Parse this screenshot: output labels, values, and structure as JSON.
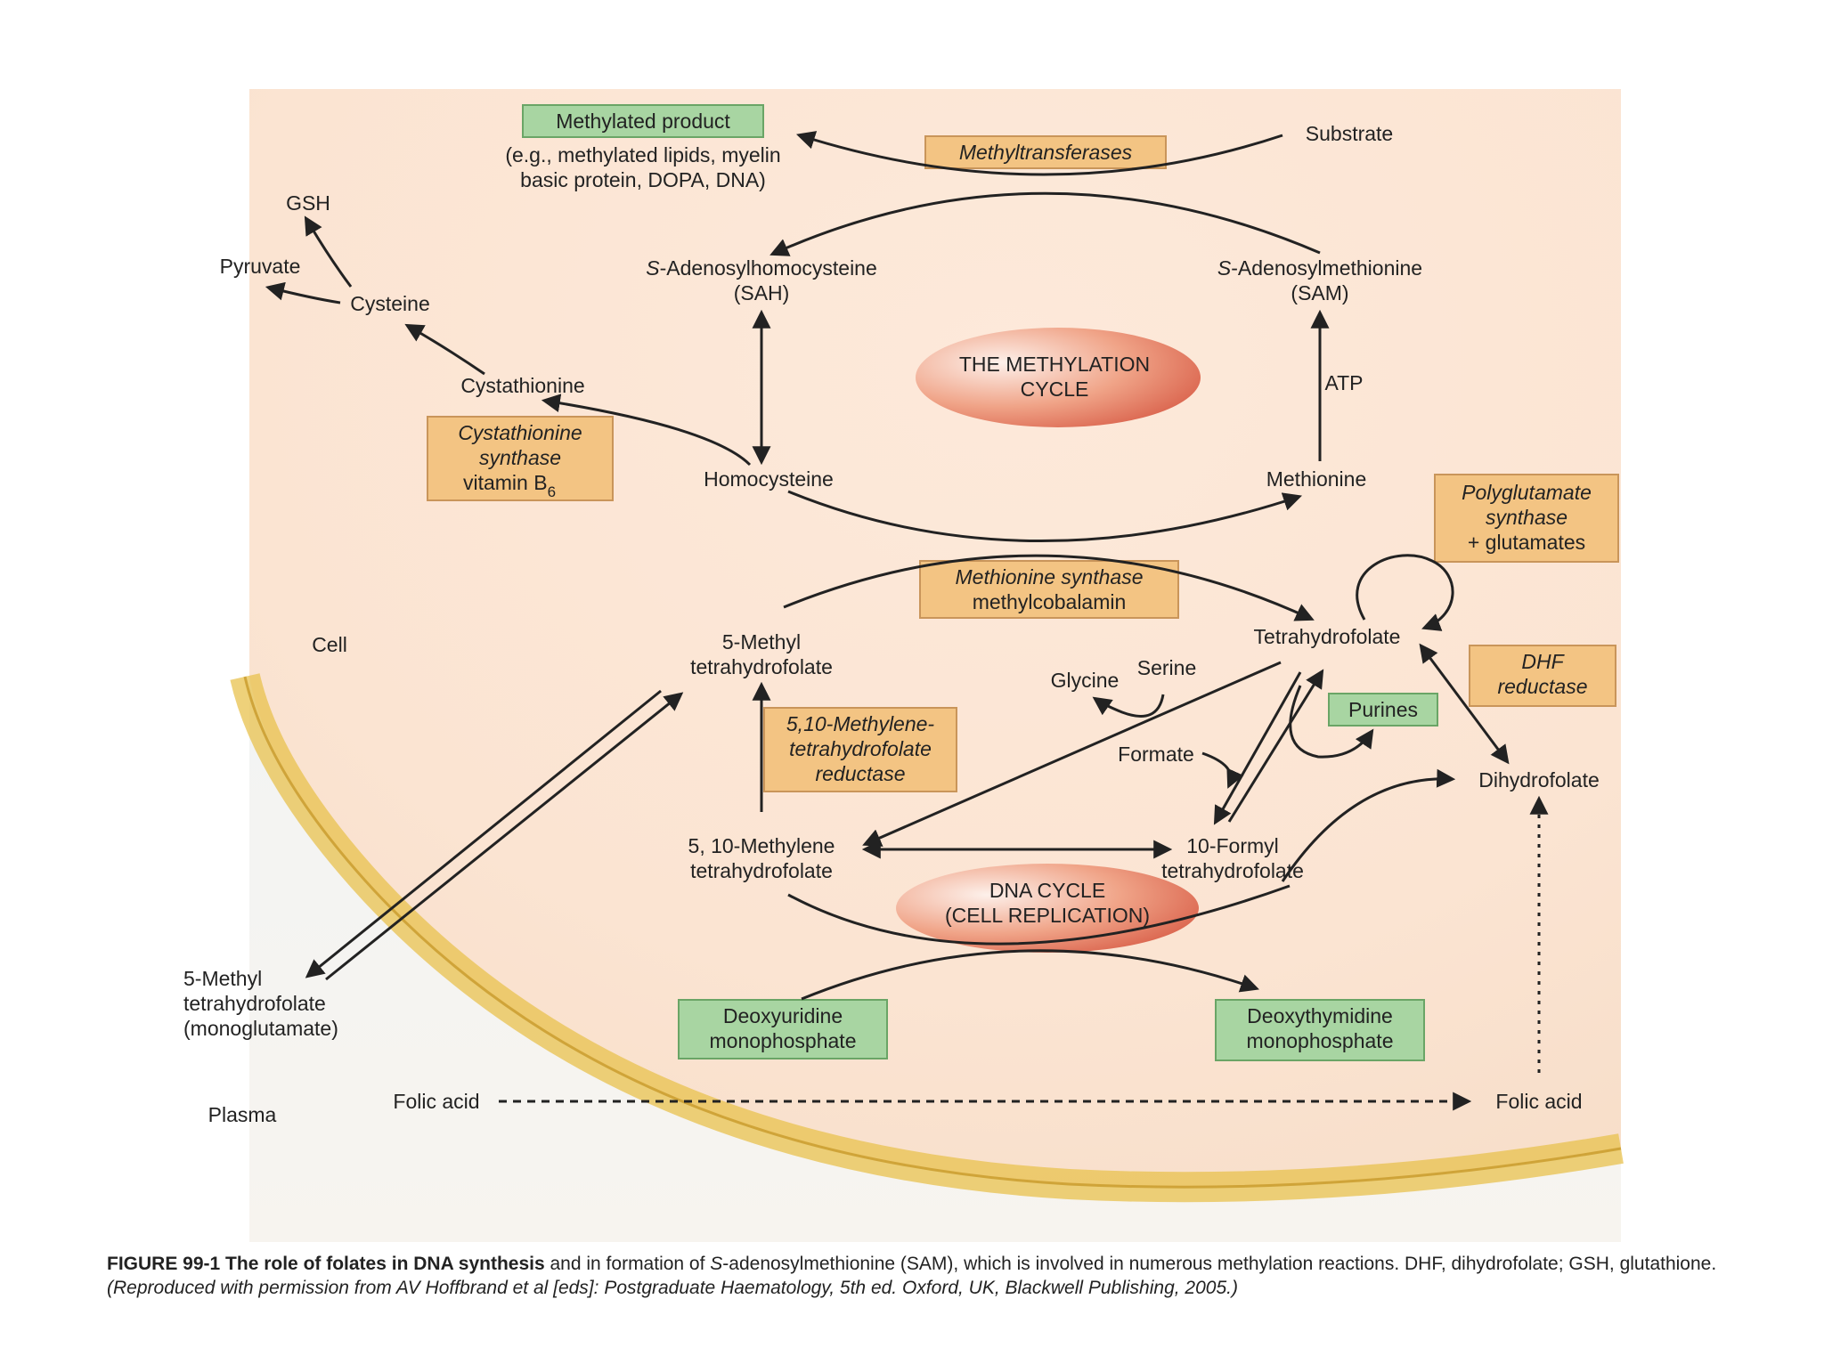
{
  "labels": {
    "substrate": "Substrate",
    "gsh": "GSH",
    "pyruvate": "Pyruvate",
    "cysteine": "Cysteine",
    "cystathionine": "Cystathionine",
    "sah_prefix": "S",
    "sah_name": "-Adenosylhomocysteine",
    "sah_abbr": "(SAH)",
    "sam_prefix": "S",
    "sam_name": "-Adenosylmethionine",
    "sam_abbr": "(SAM)",
    "atp": "ATP",
    "homocysteine": "Homocysteine",
    "methionine": "Methionine",
    "cell": "Cell",
    "plasma": "Plasma",
    "five_methyl_thf_1": "5-Methyl",
    "five_methyl_thf_2": "tetrahydrofolate",
    "thf": "Tetrahydrofolate",
    "glycine": "Glycine",
    "serine": "Serine",
    "formate": "Formate",
    "dihydrofolate": "Dihydrofolate",
    "methylene_thf_1": "5, 10-Methylene",
    "methylene_thf_2": "tetrahydrofolate",
    "formyl_thf_1": "10-Formyl",
    "formyl_thf_2": "tetrahydrofolate",
    "plasma_mthf_1": "5-Methyl",
    "plasma_mthf_2": "tetrahydrofolate",
    "plasma_mthf_3": "(monoglutamate)",
    "folic_acid_left": "Folic acid",
    "folic_acid_right": "Folic acid"
  },
  "green_boxes": {
    "methylated_product": "Methylated product",
    "methylated_examples_1": "(e.g., methylated lipids, myelin",
    "methylated_examples_2": "basic protein, DOPA, DNA)",
    "purines": "Purines",
    "dump_1": "Deoxyuridine",
    "dump_2": "monophosphate",
    "dtmp_1": "Deoxythymidine",
    "dtmp_2": "monophosphate"
  },
  "enzyme_boxes": {
    "methyltransferases": "Methyltransferases",
    "cbs_1": "Cystathionine",
    "cbs_2": "synthase",
    "cbs_3": "vitamin B",
    "cbs_sub": "6",
    "ms_1": "Methionine synthase",
    "ms_2": "methylcobalamin",
    "pgs_1": "Polyglutamate",
    "pgs_2": "synthase",
    "pgs_3": "+ glutamates",
    "dhfr_1": "DHF",
    "dhfr_2": "reductase",
    "mthfr_1": "5,10-Methylene-",
    "mthfr_2": "tetrahydrofolate",
    "mthfr_3": "reductase"
  },
  "cycles": {
    "methylation_1": "THE METHYLATION",
    "methylation_2": "CYCLE",
    "dna_1": "DNA CYCLE",
    "dna_2": "(CELL REPLICATION)"
  },
  "caption": {
    "figure_no": "FIGURE 99-1",
    "bold_lead": "The role of folates in DNA synthesis",
    "text_1": " and in formation of ",
    "s_italic": "S",
    "text_2": "-adenosylmethionine (SAM), which is involved in numerous methylation reactions. DHF, dihydrofolate; GSH, glutathione. ",
    "credit": "(Reproduced with permission from AV Hoffbrand et al [eds]: Postgraduate Haematology, 5th ed. Oxford, UK, Blackwell Publishing, 2005.)"
  },
  "colors": {
    "green_box": "#a8d5a2",
    "green_border": "#6aa566",
    "enzyme_box": "#f3c483",
    "enzyme_border": "#c9955a",
    "cycle_fill": "#e98a6e",
    "membrane": "#e8c24e",
    "cell_bg": "#fbe7d8",
    "arrow": "#222222"
  }
}
